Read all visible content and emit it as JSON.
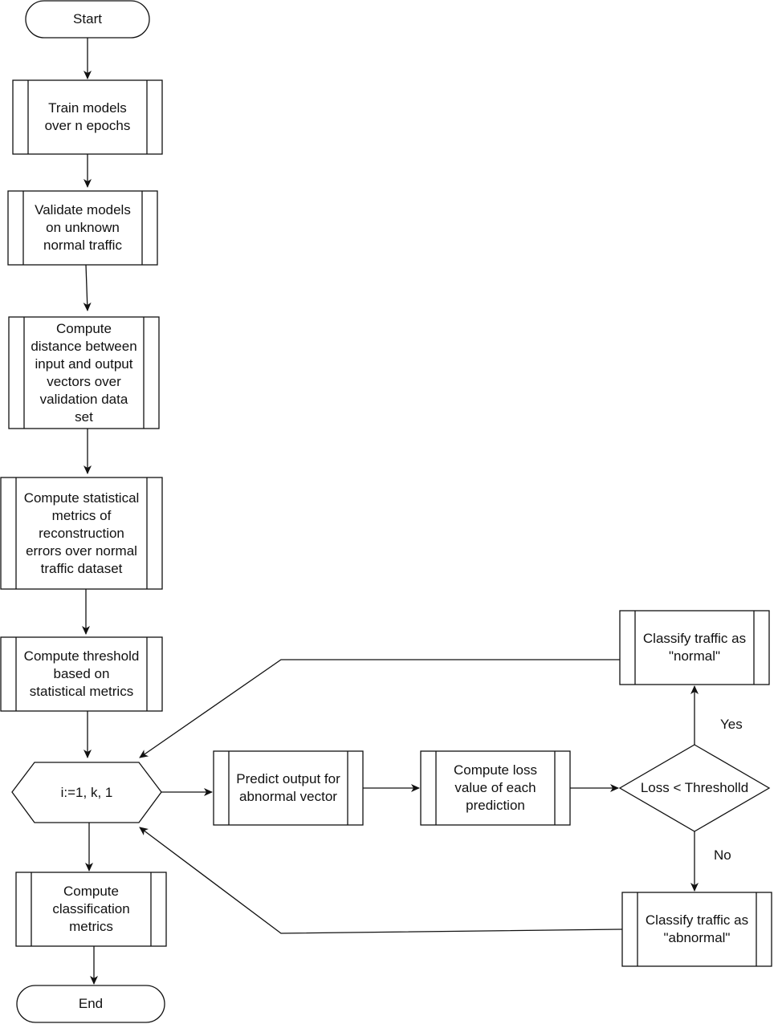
{
  "nodes": {
    "start": "Start",
    "train": "Train models\nover n epochs",
    "validate": "Validate models\non unknown\nnormal traffic",
    "distance": "Compute\ndistance between\ninput and output\nvectors over\nvalidation data\nset",
    "stats": "Compute statistical\nmetrics of\nreconstruction\nerrors over normal\ntraffic dataset",
    "threshold": "Compute threshold\nbased on\nstatistical metrics",
    "loop": "i:=1, k, 1",
    "predict": "Predict output for\nabnormal vector",
    "loss": "Compute loss\nvalue of each\nprediction",
    "decision": "Loss < Thresholld",
    "normal": "Classify traffic as\n\"normal\"",
    "abnormal": "Classify traffic as\n\"abnormal\"",
    "metrics": "Compute\nclassification\nmetrics",
    "end": "End"
  },
  "edge_labels": {
    "yes": "Yes",
    "no": "No"
  },
  "colors": {
    "stroke": "#111111",
    "fill": "#ffffff"
  }
}
